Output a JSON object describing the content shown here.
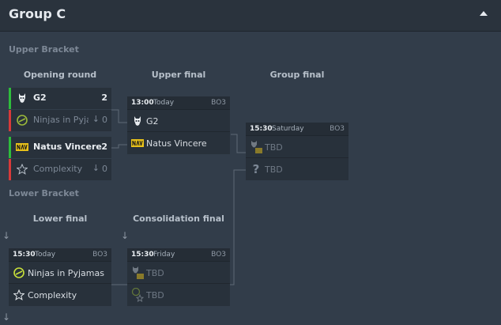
{
  "header": {
    "title": "Group C"
  },
  "upper_bracket": {
    "label": "Upper Bracket",
    "rounds": {
      "opening": "Opening round",
      "upper_final": "Upper final",
      "group_final": "Group final"
    },
    "opening_matches": [
      {
        "team1": {
          "name": "G2",
          "score": "2",
          "logo": "g2-logo-icon"
        },
        "team2": {
          "name": "Ninjas in Pyja...",
          "score": "0",
          "logo": "nip-logo-icon"
        }
      },
      {
        "team1": {
          "name": "Natus Vincere",
          "score": "2",
          "logo": "navi-logo-icon"
        },
        "team2": {
          "name": "Complexity",
          "score": "0",
          "logo": "complexity-star-icon"
        }
      }
    ],
    "upper_final": {
      "time": "13:00",
      "day": "Today",
      "bo": "BO3",
      "team1": "G2",
      "team2": "Natus Vincere"
    },
    "group_final": {
      "time": "15:30",
      "day": "Saturday",
      "bo": "BO3",
      "team1": "TBD",
      "team2": "TBD",
      "unknown_symbol": "?"
    }
  },
  "lower_bracket": {
    "label": "Lower Bracket",
    "rounds": {
      "lower_final": "Lower final",
      "consolidation_final": "Consolidation final"
    },
    "lower_final": {
      "time": "15:30",
      "day": "Today",
      "bo": "BO3",
      "team1": "Ninjas in Pyjamas",
      "team2": "Complexity"
    },
    "consolidation_final": {
      "time": "15:30",
      "day": "Friday",
      "bo": "BO3",
      "team1": "TBD",
      "team2": "TBD"
    }
  },
  "symbols": {
    "down_arrow": "↓",
    "lose_arrow": "↓"
  },
  "colors": {
    "win": "#2ebd3c",
    "lose": "#d83a3a",
    "background": "#323d4a"
  }
}
